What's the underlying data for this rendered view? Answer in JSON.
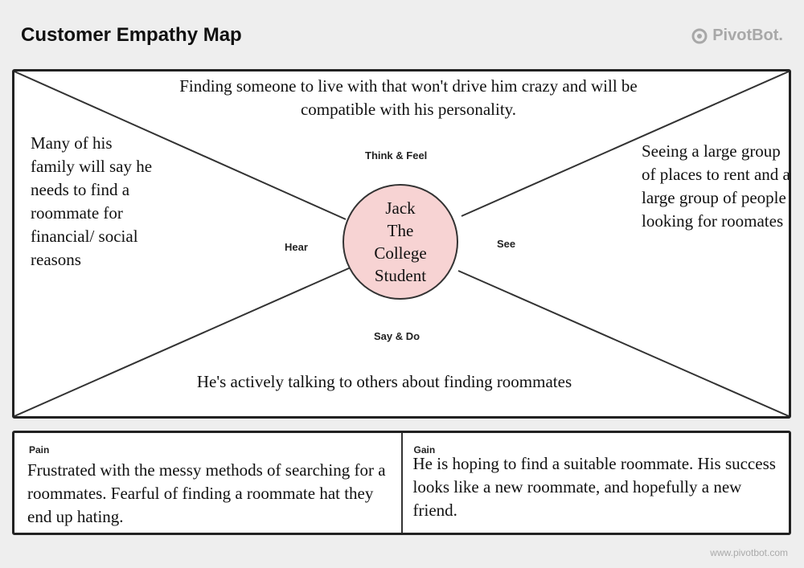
{
  "header": {
    "title": "Customer Empathy Map",
    "brand": "PivotBot.",
    "brand_icon": "pivotbot-logo-icon"
  },
  "empathy_map": {
    "persona": [
      "Jack",
      "The",
      "College",
      "Student"
    ],
    "quadrants": {
      "think_feel": {
        "label": "Think & Feel",
        "text": "Finding someone to live with that won't drive him crazy and will be compatible with his personality."
      },
      "hear": {
        "label": "Hear",
        "text": "Many of his family will say he needs to find a roommate for financial/ social reasons"
      },
      "see": {
        "label": "See",
        "text": "Seeing a large group of places to rent and a large group of people looking for roomates"
      },
      "say_do": {
        "label": "Say & Do",
        "text": "He's actively talking to others about finding roommates"
      }
    },
    "colors": {
      "persona_fill": "#f7d3d3",
      "border": "#222222"
    }
  },
  "pain_gain": {
    "pain": {
      "label": "Pain",
      "text": "Frustrated with the messy methods of searching for a roommates. Fearful of finding a roommate hat they end up hating."
    },
    "gain": {
      "label": "Gain",
      "text": "He is hoping to find a suitable roommate. His success looks like a new roommate, and hopefully a new friend."
    }
  },
  "footer": {
    "url": "www.pivotbot.com"
  }
}
